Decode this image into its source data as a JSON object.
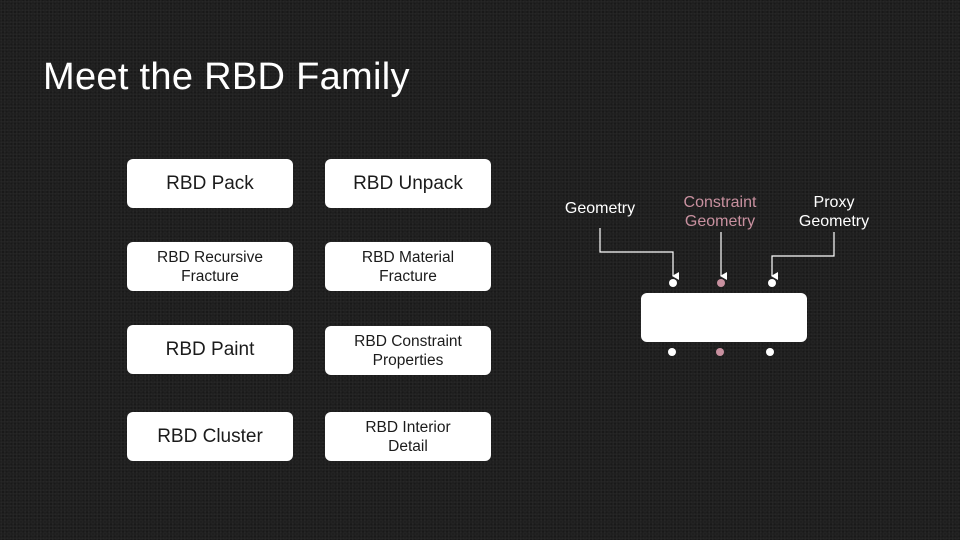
{
  "slide": {
    "title": "Meet the RBD Family"
  },
  "nodes": [
    {
      "label": "RBD Pack"
    },
    {
      "label": "RBD Unpack"
    },
    {
      "label": "RBD Recursive\nFracture"
    },
    {
      "label": "RBD Material\nFracture"
    },
    {
      "label": "RBD Paint"
    },
    {
      "label": "RBD Constraint\nProperties"
    },
    {
      "label": "RBD Cluster"
    },
    {
      "label": "RBD Interior\nDetail"
    }
  ],
  "node_diagram": {
    "inputs": [
      {
        "label": "Geometry",
        "color": "#ffffff"
      },
      {
        "label": "Constraint\nGeometry",
        "color": "#c8909f"
      },
      {
        "label": "Proxy\nGeometry",
        "color": "#ffffff"
      }
    ],
    "colors": {
      "accent": "#c8909f",
      "port": "#ffffff",
      "wire": "#ffffff",
      "node_fill": "#ffffff"
    }
  }
}
